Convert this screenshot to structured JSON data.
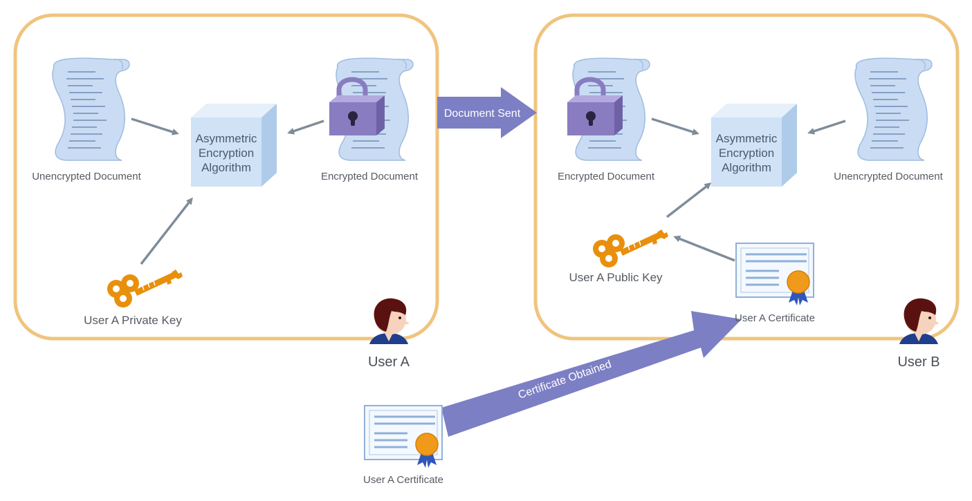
{
  "panel_a": {
    "unencrypted_label": "Unencrypted Document",
    "encrypted_label": "Encrypted Document",
    "algorithm_lines": [
      "Asymmetric",
      "Encryption",
      "Algorithm"
    ],
    "key_label": "User A Private Key"
  },
  "panel_b": {
    "encrypted_label": "Encrypted Document",
    "unencrypted_label": "Unencrypted Document",
    "algorithm_lines": [
      "Asymmetric",
      "Encryption",
      "Algorithm"
    ],
    "key_label": "User A Public Key",
    "certificate_label": "User A Certificate"
  },
  "users": {
    "user_a": "User A",
    "user_b": "User B"
  },
  "arrows": {
    "document_sent": "Document Sent",
    "certificate_obtained": "Certificate Obtained"
  },
  "bottom_certificate_label": "User A Certificate",
  "colors": {
    "panel_border": "#f0c47e",
    "big_arrow": "#7c7fc4",
    "connector": "#7f8c99",
    "key": "#e8900c",
    "lock": "#8a7cc0",
    "document": "#c9dcf3",
    "cube": "#cfe2f6"
  }
}
